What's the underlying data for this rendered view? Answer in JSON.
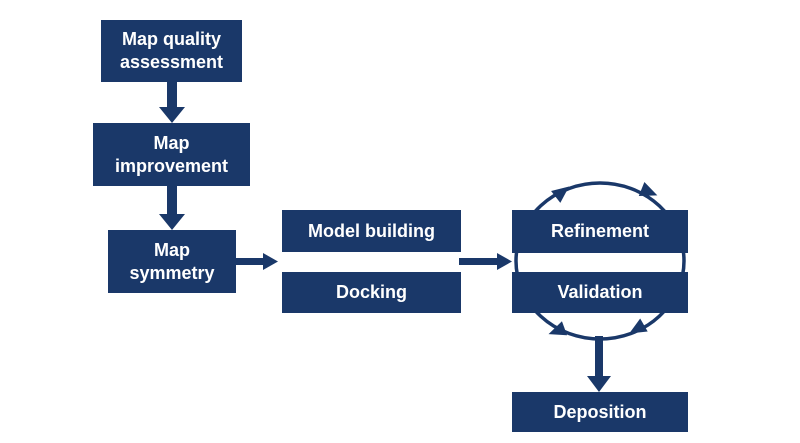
{
  "colors": {
    "node_fill": "#1a3869",
    "node_text": "#ffffff",
    "arrow": "#1a3869",
    "background": "#ffffff"
  },
  "flowchart": {
    "type": "workflow-flowchart",
    "nodes": [
      {
        "id": "map-quality-assessment",
        "label": "Map quality\nassessment"
      },
      {
        "id": "map-improvement",
        "label": "Map\nimprovement"
      },
      {
        "id": "map-symmetry",
        "label": "Map\nsymmetry"
      },
      {
        "id": "model-building",
        "label": "Model building"
      },
      {
        "id": "docking",
        "label": "Docking"
      },
      {
        "id": "refinement",
        "label": "Refinement"
      },
      {
        "id": "validation",
        "label": "Validation"
      },
      {
        "id": "deposition",
        "label": "Deposition"
      }
    ],
    "edges": [
      {
        "from": "map-quality-assessment",
        "to": "map-improvement",
        "style": "straight-down"
      },
      {
        "from": "map-improvement",
        "to": "map-symmetry",
        "style": "straight-down"
      },
      {
        "from": "map-symmetry",
        "to": "model-building + docking",
        "style": "straight-right"
      },
      {
        "from": "model-building + docking",
        "to": "refinement + validation",
        "style": "straight-right"
      },
      {
        "from": "refinement",
        "to": "validation",
        "style": "circular-iteration-cycle"
      },
      {
        "from": "refinement + validation",
        "to": "deposition",
        "style": "straight-down"
      }
    ]
  }
}
